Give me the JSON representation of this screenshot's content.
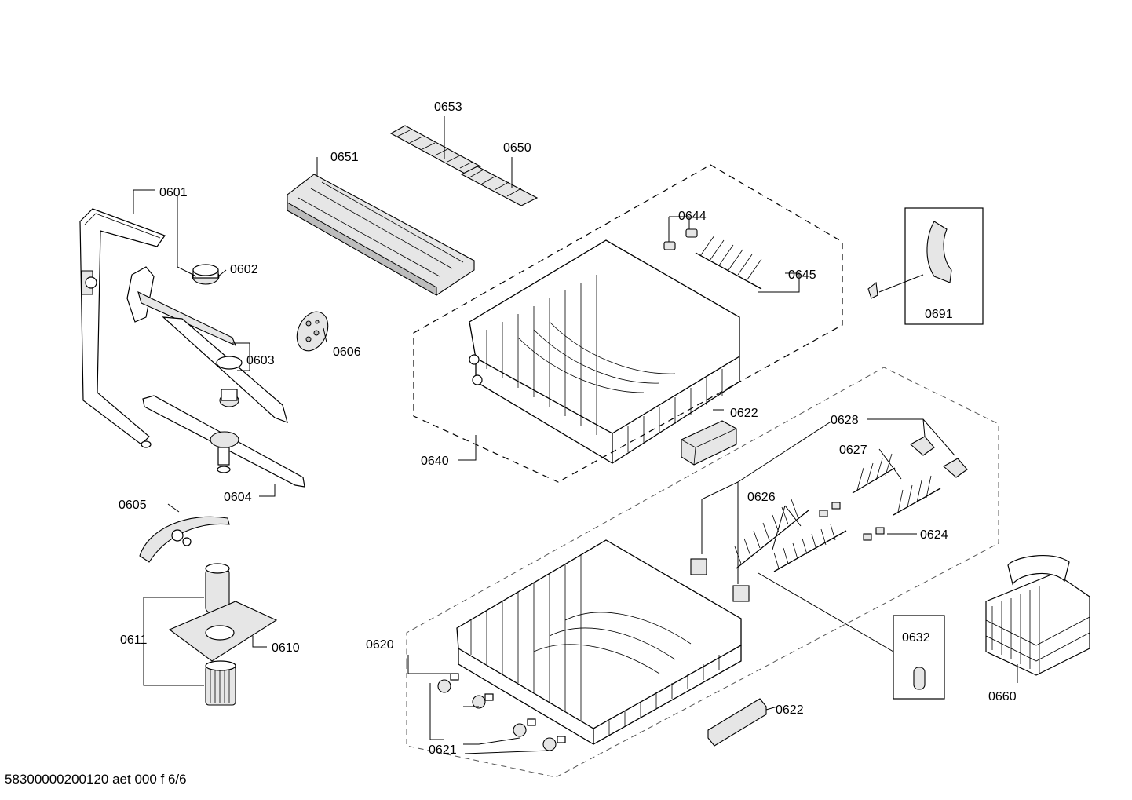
{
  "labels": {
    "p0601": "0601",
    "p0602": "0602",
    "p0603": "0603",
    "p0604": "0604",
    "p0605": "0605",
    "p0606": "0606",
    "p0610": "0610",
    "p0611": "0611",
    "p0620": "0620",
    "p0621": "0621",
    "p0622a": "0622",
    "p0622b": "0622",
    "p0624": "0624",
    "p0626": "0626",
    "p0627": "0627",
    "p0628": "0628",
    "p0632": "0632",
    "p0640": "0640",
    "p0644": "0644",
    "p0645": "0645",
    "p0650": "0650",
    "p0651": "0651",
    "p0653": "0653",
    "p0660": "0660",
    "p0691": "0691"
  },
  "footer": "58300000200120 aet 000 f 6/6"
}
